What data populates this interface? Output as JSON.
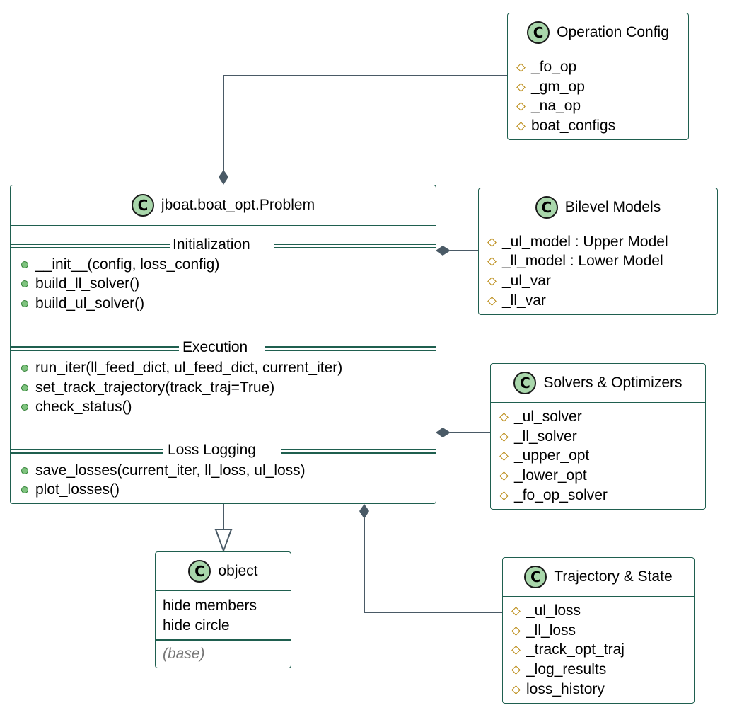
{
  "classes": {
    "operation_config": {
      "badge": "C",
      "title": "Operation Config",
      "fields": [
        "_fo_op",
        "_gm_op",
        "_na_op",
        "boat_configs"
      ]
    },
    "problem": {
      "badge": "C",
      "title": "jboat.boat_opt.Problem",
      "sections": [
        {
          "label": "Initialization",
          "methods": [
            "__init__(config, loss_config)",
            "build_ll_solver()",
            "build_ul_solver()"
          ]
        },
        {
          "label": "Execution",
          "methods": [
            "run_iter(ll_feed_dict, ul_feed_dict, current_iter)",
            "set_track_trajectory(track_traj=True)",
            "check_status()"
          ]
        },
        {
          "label": "Loss Logging",
          "methods": [
            "save_losses(current_iter, ll_loss, ul_loss)",
            "plot_losses()"
          ]
        }
      ]
    },
    "bilevel_models": {
      "badge": "C",
      "title": "Bilevel Models",
      "fields": [
        "_ul_model : Upper Model",
        "_ll_model : Lower Model",
        "_ul_var",
        "_ll_var"
      ]
    },
    "solvers_optimizers": {
      "badge": "C",
      "title": "Solvers & Optimizers",
      "fields": [
        "_ul_solver",
        "_ll_solver",
        "_upper_opt",
        "_lower_opt",
        "_fo_op_solver"
      ]
    },
    "trajectory_state": {
      "badge": "C",
      "title": "Trajectory & State",
      "fields": [
        "_ul_loss",
        "_ll_loss",
        "_track_opt_traj",
        "_log_results",
        "loss_history"
      ]
    },
    "object": {
      "badge": "C",
      "title": "object",
      "lines": [
        "hide members",
        "hide circle"
      ],
      "note": "(base)"
    }
  },
  "colors": {
    "border": "#1f5f4f",
    "edge": "#4a5a66",
    "badge_fill": "#a9d7ab",
    "field_diamond": "#b8860b",
    "method_dot": "#7fc37f"
  }
}
